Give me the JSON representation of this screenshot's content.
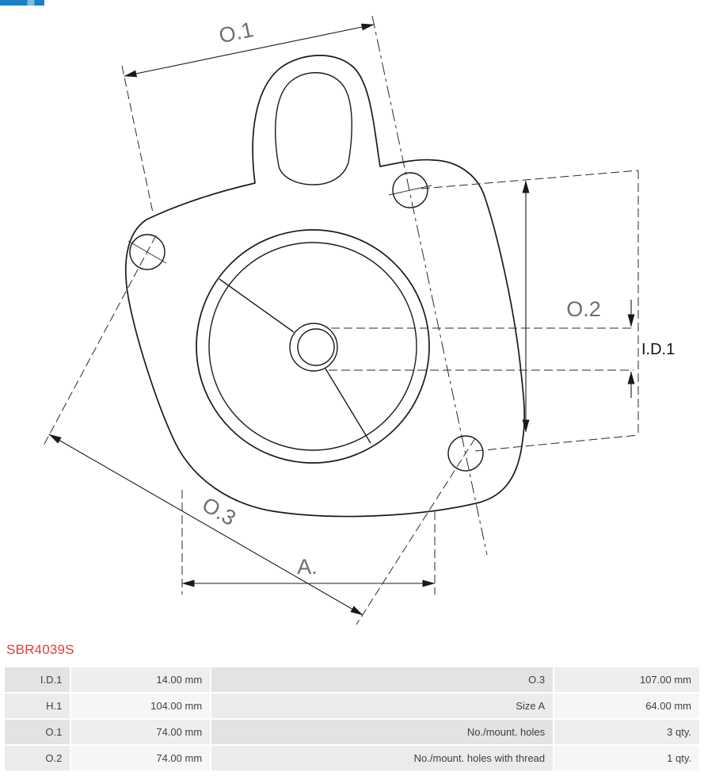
{
  "part_number": "SBR4039S",
  "colors": {
    "part_number": "#e53935",
    "dimension_label_gray": "#6e6e6e",
    "line": "#1a1a1a",
    "logo_blue": "#1b7fc4"
  },
  "drawing": {
    "labels": {
      "o1": "O.1",
      "o2": "O.2",
      "o3": "O.3",
      "id1": "I.D.1",
      "a": "A."
    }
  },
  "table": {
    "rows": [
      {
        "cells": [
          "I.D.1",
          "14.00 mm",
          "O.3",
          "107.00 mm"
        ]
      },
      {
        "cells": [
          "H.1",
          "104.00 mm",
          "Size A",
          "64.00 mm"
        ]
      },
      {
        "cells": [
          "O.1",
          "74.00 mm",
          "No./mount. holes",
          "3 qty."
        ]
      },
      {
        "cells": [
          "O.2",
          "74.00 mm",
          "No./mount. holes with thread",
          "1 qty."
        ]
      }
    ]
  }
}
